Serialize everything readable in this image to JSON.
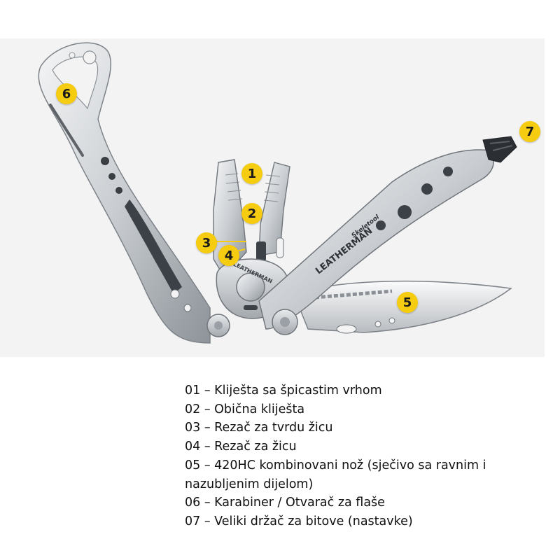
{
  "colors": {
    "callout": "#f5cc0f",
    "steel_light": "#e6e8ea",
    "steel_mid": "#b9bdc2",
    "steel_dark": "#6f757b",
    "panel_bg": "#f3f3f3"
  },
  "tool": {
    "brand_label": "LEATHERMAN",
    "model_label": "Skeletool",
    "pivot_label": "LEATHERMAN"
  },
  "callouts": [
    {
      "number": "1"
    },
    {
      "number": "2"
    },
    {
      "number": "3"
    },
    {
      "number": "4"
    },
    {
      "number": "5"
    },
    {
      "number": "6"
    },
    {
      "number": "7"
    }
  ],
  "legend": [
    {
      "text": "01 – Kliješta sa špicastim vrhom"
    },
    {
      "text": "02 – Obična kliješta"
    },
    {
      "text": "03 – Rezač za tvrdu žicu"
    },
    {
      "text": "04 – Rezač za žicu"
    },
    {
      "text": "05 – 420HC kombinovani nož (sječivo sa ravnim i nazubljenim dijelom)"
    },
    {
      "text": "06 – Karabiner / Otvarač za flaše"
    },
    {
      "text": "07 – Veliki držač za bitove (nastavke)"
    }
  ]
}
